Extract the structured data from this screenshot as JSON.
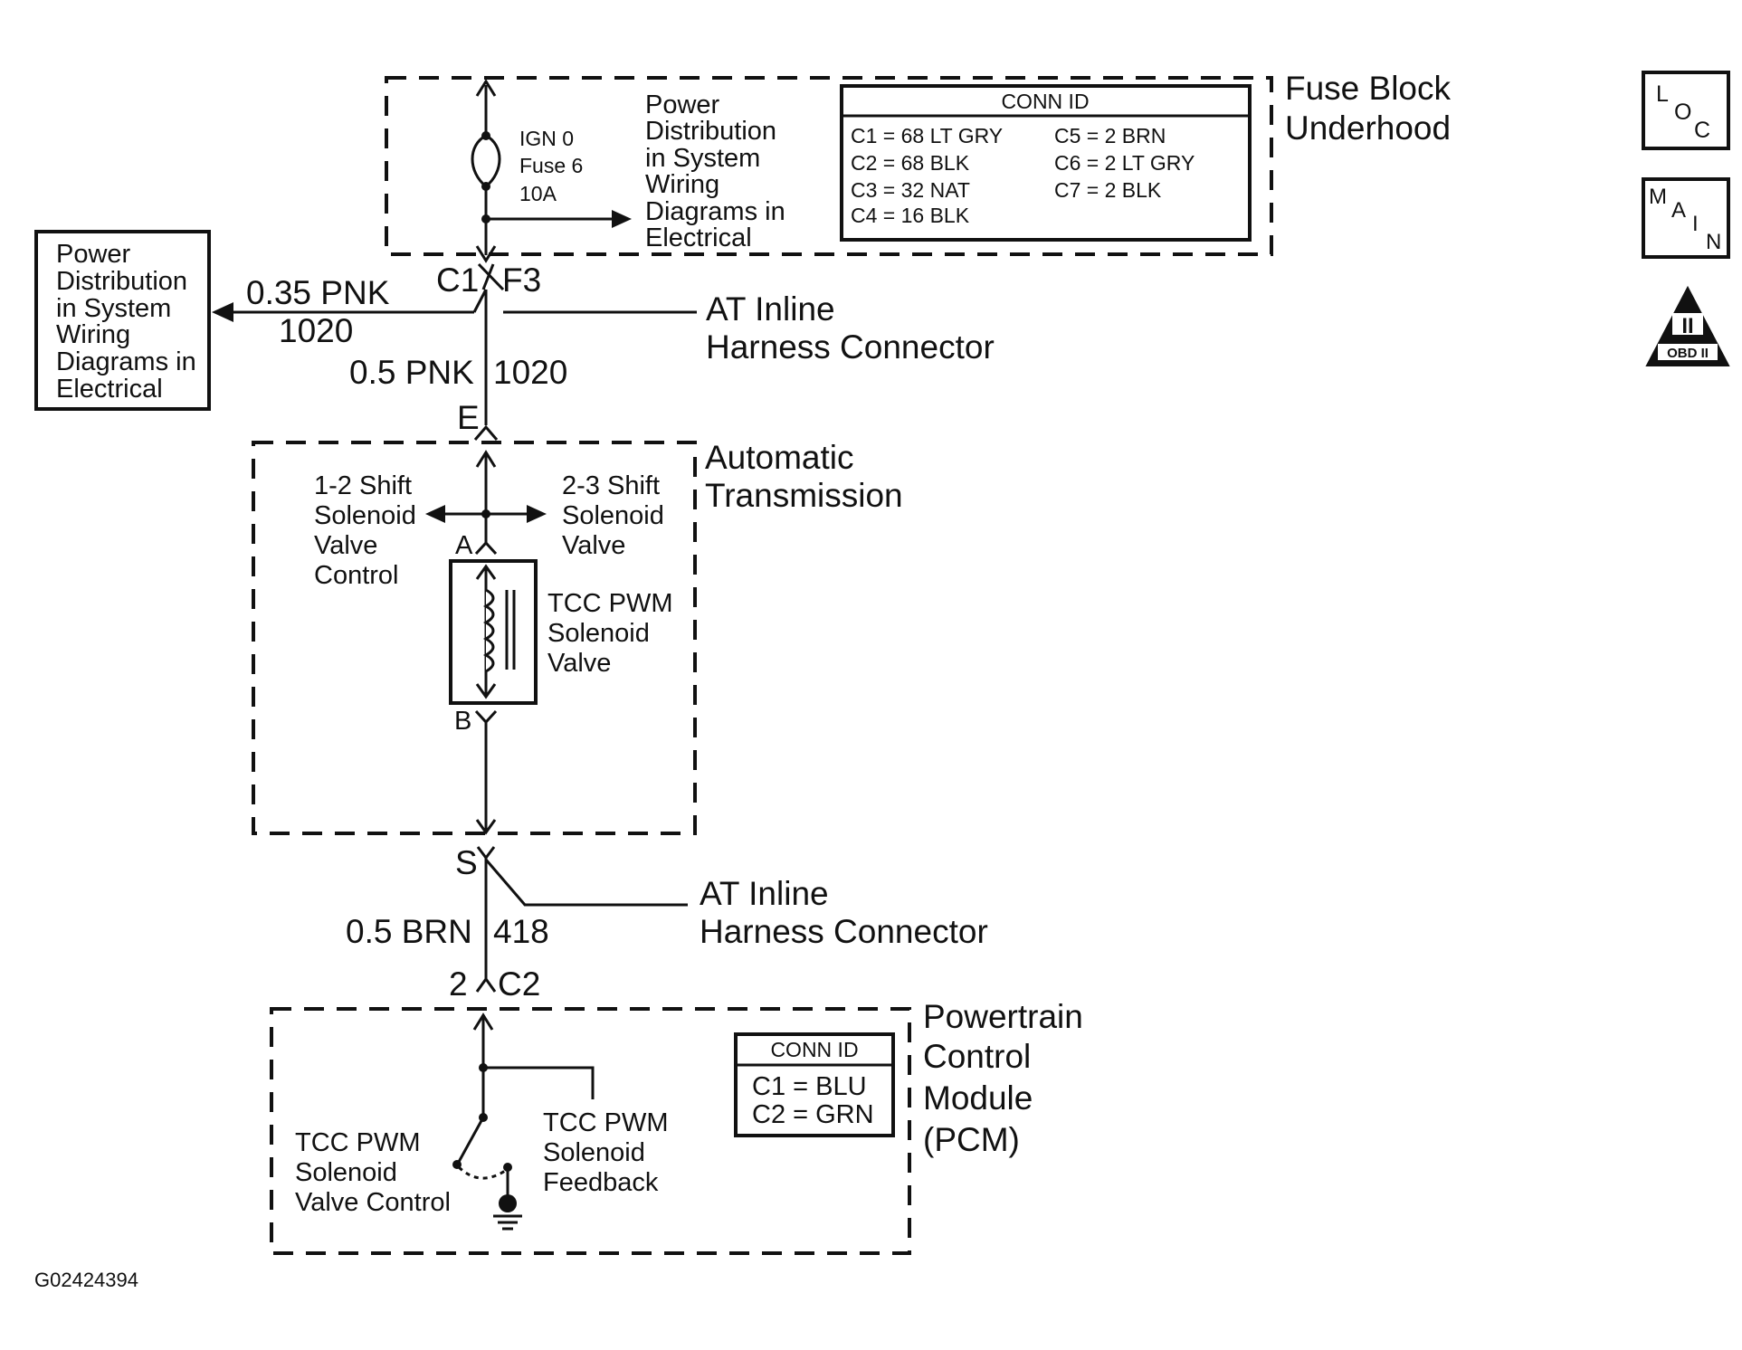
{
  "fuse_block": {
    "label_line1": "Fuse Block",
    "label_line2": "Underhood",
    "fuse_line1": "IGN 0",
    "fuse_line2": "Fuse 6",
    "fuse_line3": "10A",
    "ref_line1": "Power",
    "ref_line2": "Distribution",
    "ref_line3": "in System",
    "ref_line4": "Wiring",
    "ref_line5": "Diagrams in",
    "ref_line6": "Electrical",
    "conn_title": "CONN ID",
    "conn_col1": [
      "C1 = 68 LT GRY",
      "C2 = 68 BLK",
      "C3 = 32 NAT",
      "C4 = 16 BLK"
    ],
    "conn_col2": [
      "C5 = 2 BRN",
      "C6 = 2 LT GRY",
      "C7 = 2 BLK"
    ]
  },
  "power_dist_box": {
    "line1": "Power",
    "line2": "Distribution",
    "line3": "in System",
    "line4": "Wiring",
    "line5": "Diagrams in",
    "line6": "Electrical"
  },
  "connector_top": {
    "c1": "C1",
    "f3": "F3",
    "label_line1": "AT Inline",
    "label_line2": "Harness Connector",
    "branch_wire_gauge": "0.35 PNK",
    "branch_wire_circuit": "1020",
    "main_wire_gauge": "0.5 PNK",
    "main_wire_circuit": "1020",
    "pin_e": "E"
  },
  "transmission": {
    "label_line1": "Automatic",
    "label_line2": "Transmission",
    "shift12_line1": "1-2 Shift",
    "shift12_line2": "Solenoid",
    "shift12_line3": "Valve",
    "shift12_line4": "Control",
    "shift23_line1": "2-3 Shift",
    "shift23_line2": "Solenoid",
    "shift23_line3": "Valve",
    "pin_a": "A",
    "pin_b": "B",
    "tcc_line1": "TCC PWM",
    "tcc_line2": "Solenoid",
    "tcc_line3": "Valve"
  },
  "connector_bottom": {
    "pin_s": "S",
    "label_line1": "AT Inline",
    "label_line2": "Harness Connector",
    "wire_gauge": "0.5 BRN",
    "wire_circuit": "418",
    "pin_2": "2",
    "c2": "C2"
  },
  "pcm": {
    "label_line1": "Powertrain",
    "label_line2": "Control",
    "label_line3": "Module",
    "label_line4": "(PCM)",
    "control_line1": "TCC PWM",
    "control_line2": "Solenoid",
    "control_line3": "Valve Control",
    "feedback_line1": "TCC PWM",
    "feedback_line2": "Solenoid",
    "feedback_line3": "Feedback",
    "conn_title": "CONN ID",
    "conn_rows": [
      "C1 = BLU",
      "C2 = GRN"
    ]
  },
  "icons": {
    "loc_l": "L",
    "loc_o": "O",
    "loc_c": "C",
    "main_m": "M",
    "main_a": "A",
    "main_i": "I",
    "main_n": "N",
    "obd_ii": "II",
    "obd_label": "OBD II"
  },
  "figure_id": "G02424394"
}
